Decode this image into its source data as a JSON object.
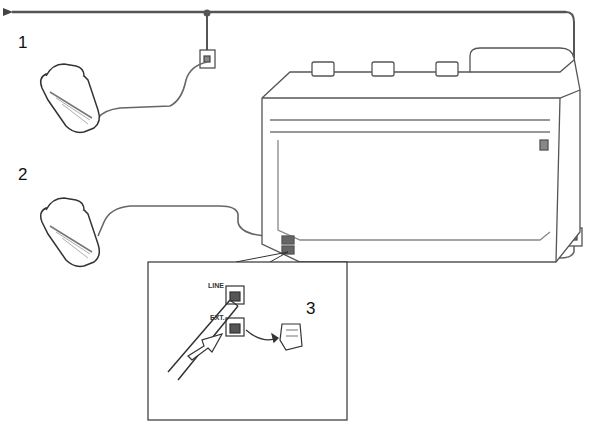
{
  "diagram": {
    "labels": [
      "1",
      "2",
      "3",
      "LINE",
      "EXT."
    ]
  }
}
